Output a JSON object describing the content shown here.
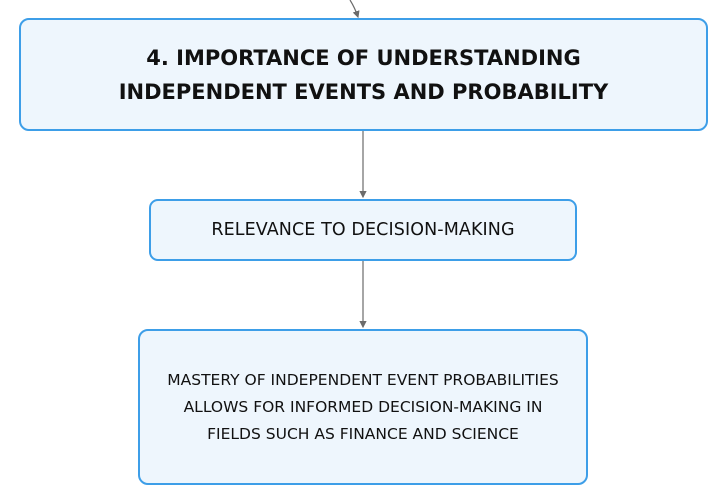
{
  "diagram": {
    "colors": {
      "node_border": "#3d9ee8",
      "node_fill": "#eef6fd",
      "connector": "#6b6b6b",
      "text": "#111111"
    },
    "nodes": {
      "main_topic": "4. IMPORTANCE OF UNDERSTANDING INDEPENDENT EVENTS AND PROBABILITY",
      "subtopic": "RELEVANCE TO DECISION-MAKING",
      "detail": "MASTERY OF INDEPENDENT EVENT PROBABILITIES ALLOWS FOR INFORMED DECISION-MAKING IN FIELDS SUCH AS FINANCE AND SCIENCE"
    },
    "edges": [
      {
        "from": "parent-offscreen",
        "to": "main_topic"
      },
      {
        "from": "main_topic",
        "to": "subtopic"
      },
      {
        "from": "subtopic",
        "to": "detail"
      }
    ]
  }
}
